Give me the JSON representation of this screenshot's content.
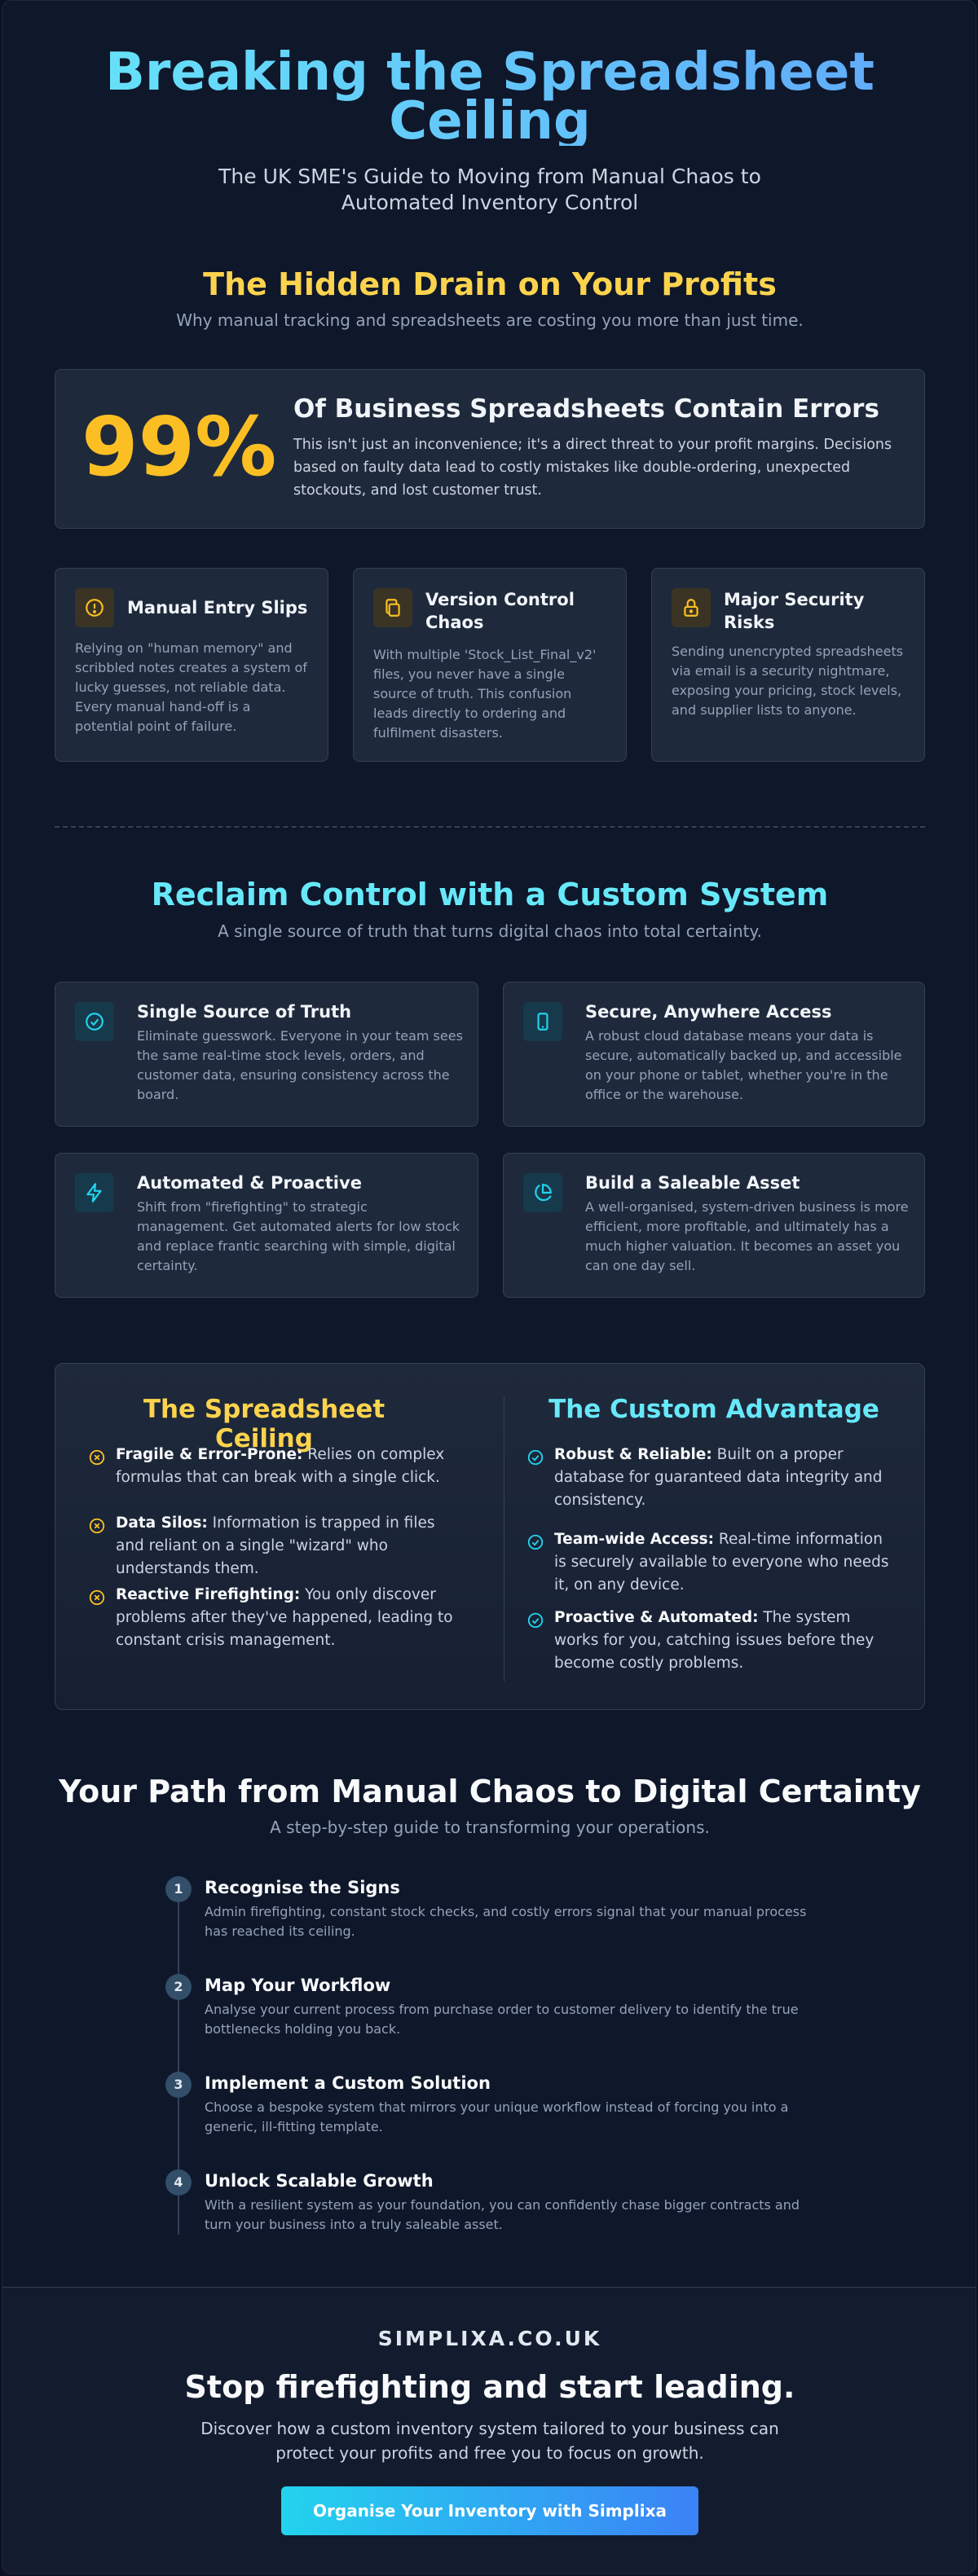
{
  "hero": {
    "title_line1": "Breaking the Spreadsheet",
    "title_line2": "Ceiling",
    "subtitle": "The UK SME's Guide to Moving from Manual Chaos to Automated Inventory Control"
  },
  "drain": {
    "title": "The Hidden Drain on Your Profits",
    "subtitle": "Why manual tracking and spreadsheets are costing you more than just time.",
    "stat": {
      "value": "99%",
      "heading": "Of Business Spreadsheets Contain Errors",
      "body": "This isn't just an inconvenience; it's a direct threat to your profit margins. Decisions based on faulty data lead to costly mistakes like double-ordering, unexpected stockouts, and lost customer trust."
    },
    "problems": [
      {
        "icon": "alert-circle-icon",
        "title": "Manual Entry Slips",
        "body": "Relying on \"human memory\" and scribbled notes creates a system of lucky guesses, not reliable data. Every manual hand-off is a potential point of failure."
      },
      {
        "icon": "copy-files-icon",
        "title": "Version Control Chaos",
        "body": "With multiple 'Stock_List_Final_v2' files, you never have a single source of truth. This confusion leads directly to ordering and fulfilment disasters."
      },
      {
        "icon": "lock-icon",
        "title": "Major Security Risks",
        "body": "Sending unencrypted spreadsheets via email is a security nightmare, exposing your pricing, stock levels, and supplier lists to anyone."
      }
    ]
  },
  "reclaim": {
    "title": "Reclaim Control with a Custom System",
    "subtitle": "A single source of truth that turns digital chaos into total certainty.",
    "features": [
      {
        "icon": "check-circle-icon",
        "title": "Single Source of Truth",
        "body": "Eliminate guesswork. Everyone in your team sees the same real-time stock levels, orders, and customer data, ensuring consistency across the board."
      },
      {
        "icon": "mobile-icon",
        "title": "Secure, Anywhere Access",
        "body": "A robust cloud database means your data is secure, automatically backed up, and accessible on your phone or tablet, whether you're in the office or the warehouse."
      },
      {
        "icon": "lightning-icon",
        "title": "Automated & Proactive",
        "body": "Shift from \"firefighting\" to strategic management. Get automated alerts for low stock and replace frantic searching with simple, digital certainty."
      },
      {
        "icon": "pie-chart-icon",
        "title": "Build a Saleable Asset",
        "body": "A well-organised, system-driven business is more efficient, more profitable, and ultimately has a much higher valuation. It becomes an asset you can one day sell."
      }
    ]
  },
  "comparison": {
    "left_title": "The Spreadsheet Ceiling",
    "right_title": "The Custom Advantage",
    "left_items": [
      {
        "bold": "Fragile & Error-Prone:",
        "text": "Relies on complex formulas that can break with a single click."
      },
      {
        "bold": "Data Silos:",
        "text": "Information is trapped in files and reliant on a single \"wizard\" who understands them."
      },
      {
        "bold": "Reactive Firefighting:",
        "text": "You only discover problems after they've happened, leading to constant crisis management."
      }
    ],
    "right_items": [
      {
        "bold": "Robust & Reliable:",
        "text": "Built on a proper database for guaranteed data integrity and consistency."
      },
      {
        "bold": "Team-wide Access:",
        "text": "Real-time information is securely available to everyone who needs it, on any device."
      },
      {
        "bold": "Proactive & Automated:",
        "text": "The system works for you, catching issues before they become costly problems."
      }
    ],
    "colors": {
      "left": "#fbbf24",
      "right": "#67e8f9"
    }
  },
  "path": {
    "title": "Your Path from Manual Chaos to Digital Certainty",
    "subtitle": "A step-by-step guide to transforming your operations.",
    "steps": [
      {
        "num": "1",
        "title": "Recognise the Signs",
        "body": "Admin firefighting, constant stock checks, and costly errors signal that your manual process has reached its ceiling."
      },
      {
        "num": "2",
        "title": "Map Your Workflow",
        "body": "Analyse your current process from purchase order to customer delivery to identify the true bottlenecks holding you back."
      },
      {
        "num": "3",
        "title": "Implement a Custom Solution",
        "body": "Choose a bespoke system that mirrors your unique workflow instead of forcing you into a generic, ill-fitting template."
      },
      {
        "num": "4",
        "title": "Unlock Scalable Growth",
        "body": "With a resilient system as your foundation, you can confidently chase bigger contracts and turn your business into a truly saleable asset."
      }
    ]
  },
  "footer": {
    "brand": "SIMPLIXA.CO.UK",
    "headline": "Stop firefighting and start leading.",
    "body": "Discover how a custom inventory system tailored to your business can protect your profits and free you to focus on growth.",
    "cta": "Organise Your Inventory with Simplixa"
  }
}
